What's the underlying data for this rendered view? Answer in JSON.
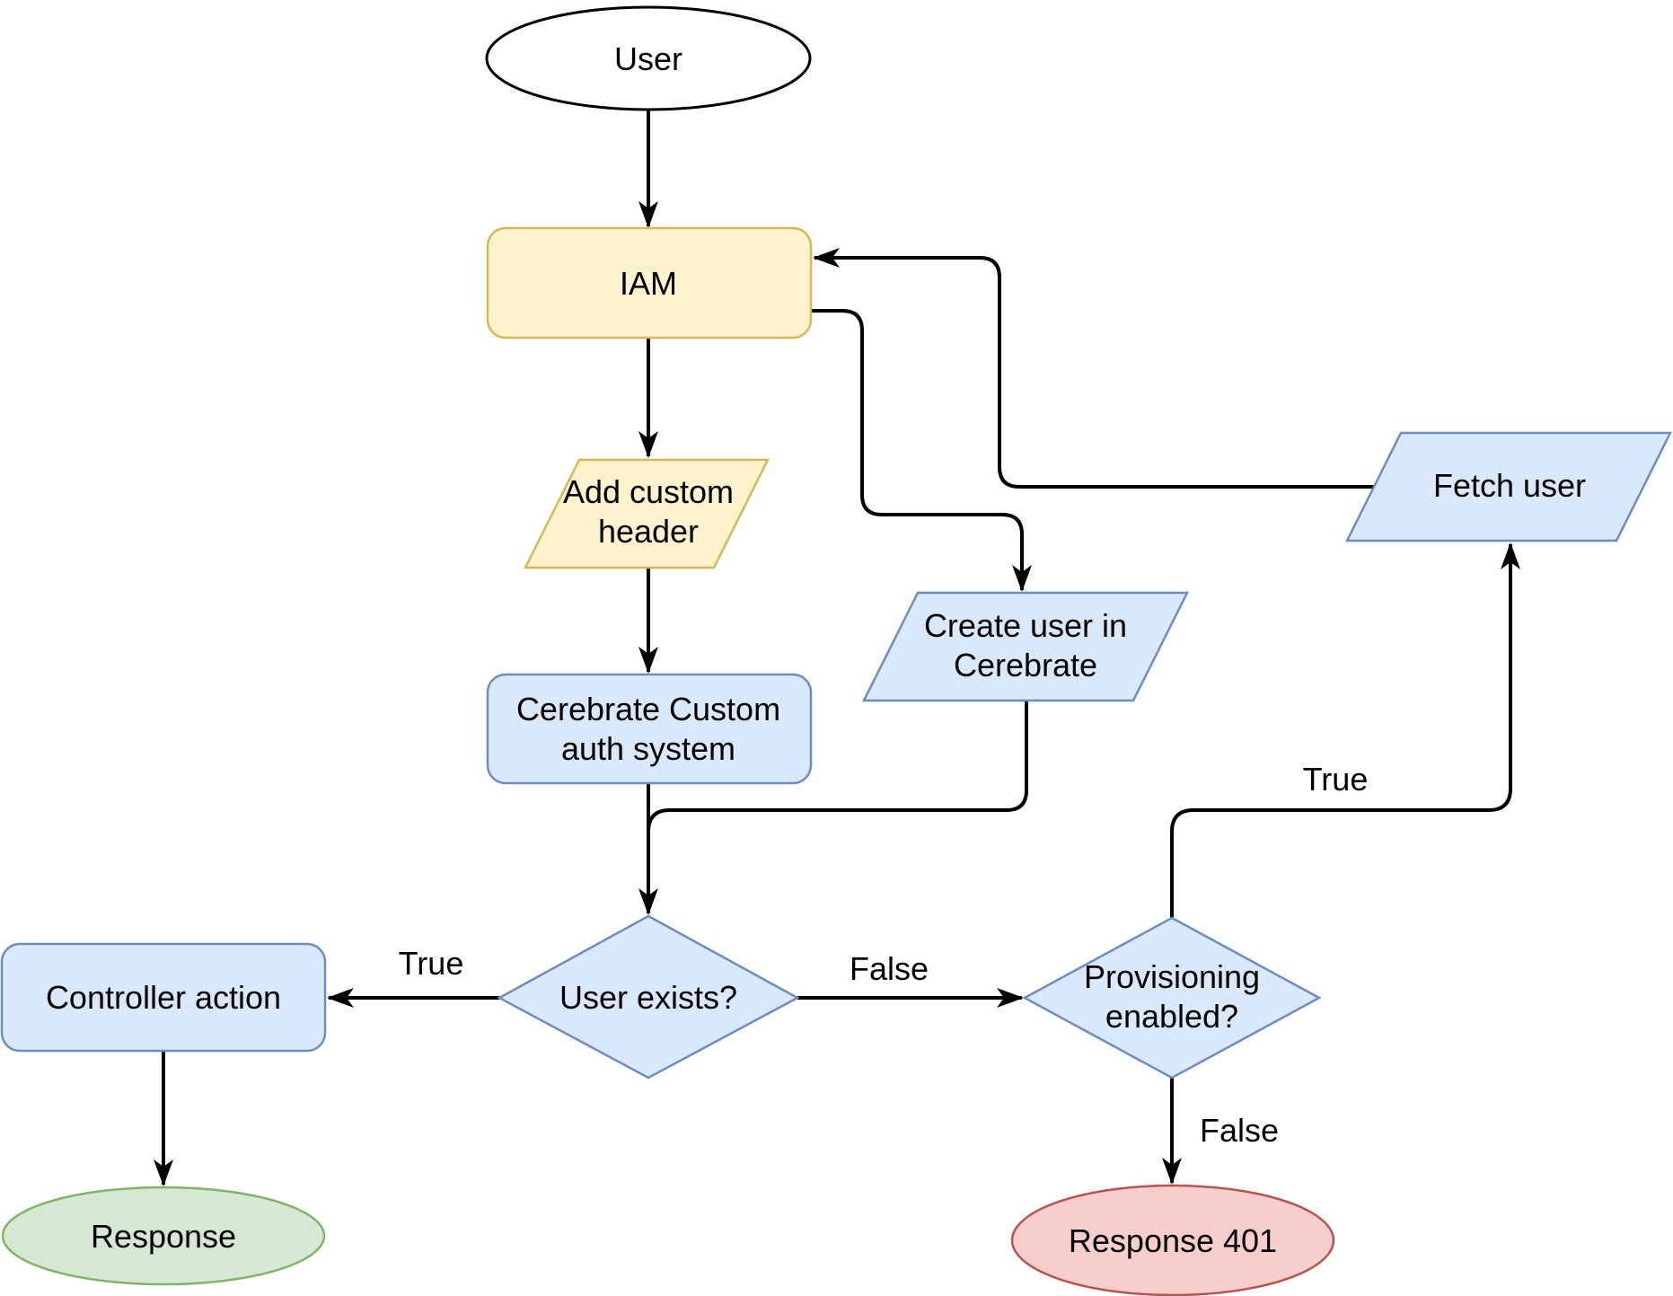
{
  "diagram": {
    "nodes": {
      "user": {
        "label": "User"
      },
      "iam": {
        "label": "IAM"
      },
      "add_custom_header": {
        "line1": "Add custom",
        "line2": "header"
      },
      "cerebrate_auth": {
        "line1": "Cerebrate Custom",
        "line2": "auth system"
      },
      "create_user_cerebrate": {
        "line1": "Create user in",
        "line2": "Cerebrate"
      },
      "fetch_user": {
        "label": "Fetch user"
      },
      "user_exists": {
        "label": "User exists?"
      },
      "provisioning_enabled": {
        "line1": "Provisioning",
        "line2": "enabled?"
      },
      "controller_action": {
        "label": "Controller action"
      },
      "response": {
        "label": "Response"
      },
      "response_401": {
        "label": "Response 401"
      }
    },
    "edge_labels": {
      "user_exists_true": "True",
      "user_exists_false": "False",
      "provisioning_true": "True",
      "provisioning_false": "False"
    },
    "colors": {
      "start_fill": "#ffffff",
      "start_stroke": "#000000",
      "yellow_fill": "#fff2cc",
      "yellow_stroke": "#d6b656",
      "blue_fill": "#dae8fc",
      "blue_stroke": "#6c8ebf",
      "green_fill": "#d5e8d4",
      "green_stroke": "#82b366",
      "red_fill": "#f8cecc",
      "red_stroke": "#b85450",
      "edge_color": "#000000"
    }
  }
}
